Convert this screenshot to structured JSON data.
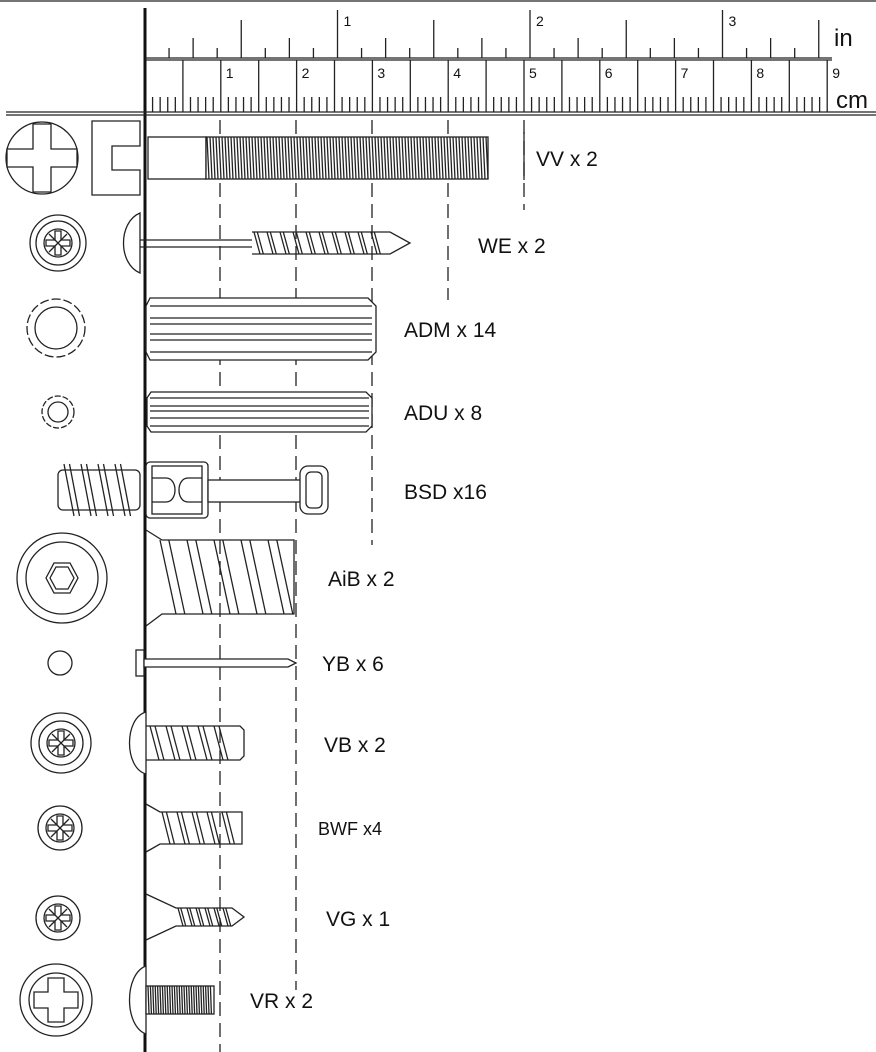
{
  "ruler": {
    "inch_unit": "in",
    "cm_unit": "cm",
    "inch_labels": [
      "1",
      "2",
      "3"
    ],
    "cm_labels": [
      "1",
      "2",
      "3",
      "4",
      "5",
      "6",
      "7",
      "8",
      "9"
    ]
  },
  "parts": [
    {
      "code": "VV",
      "label": "VV x 2",
      "icon": "cross-cam-bolt-icon"
    },
    {
      "code": "WE",
      "label": "WE x 2",
      "icon": "pozi-wood-screw-icon"
    },
    {
      "code": "ADM",
      "label": "ADM x 14",
      "icon": "large-dowel-icon"
    },
    {
      "code": "ADU",
      "label": "ADU x 8",
      "icon": "small-dowel-icon"
    },
    {
      "code": "BSD",
      "label": "BSD x16",
      "icon": "cam-lock-bolt-icon"
    },
    {
      "code": "AiB",
      "label": "AiB x 2",
      "icon": "hex-insert-bushing-icon"
    },
    {
      "code": "YB",
      "label": "YB x 6",
      "icon": "nail-icon"
    },
    {
      "code": "VB",
      "label": "VB x 2",
      "icon": "pan-head-screw-icon"
    },
    {
      "code": "BWF",
      "label": "BWF x4",
      "icon": "flat-head-euro-screw-icon"
    },
    {
      "code": "VG",
      "label": "VG x 1",
      "icon": "countersunk-screw-icon"
    },
    {
      "code": "VR",
      "label": "VR x 2",
      "icon": "machine-screw-icon"
    }
  ]
}
